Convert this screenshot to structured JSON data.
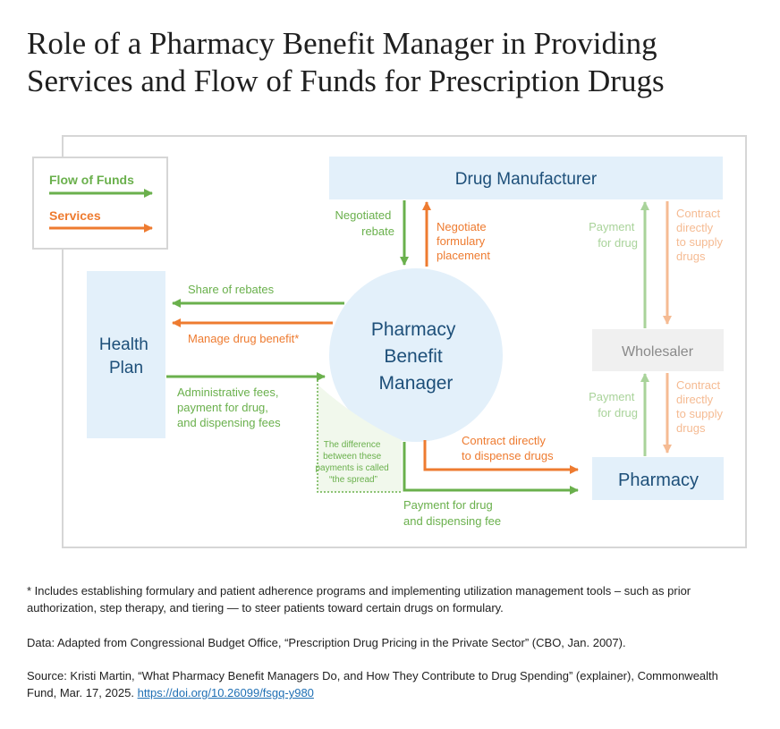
{
  "title": {
    "line1": "Role of a Pharmacy Benefit Manager in Providing",
    "line2": "Services and Flow of Funds for Prescription Drugs"
  },
  "legend": {
    "funds": "Flow of Funds",
    "services": "Services"
  },
  "colors": {
    "funds": "#6ab04c",
    "services": "#ee7b30",
    "funds_light": "#a9d39a",
    "services_light": "#f5bb93",
    "box_fill": "#e3f0fa",
    "text_dark": "#1d4f79",
    "wholesaler_fill": "#f0f0f0",
    "wholesaler_text": "#8a8a8a"
  },
  "nodes": {
    "manufacturer": "Drug Manufacturer",
    "health_plan": [
      "Health",
      "Plan"
    ],
    "pbm": [
      "Pharmacy",
      "Benefit",
      "Manager"
    ],
    "wholesaler": "Wholesaler",
    "pharmacy": "Pharmacy"
  },
  "flows": {
    "negotiated_rebate": [
      "Negotiated",
      "rebate"
    ],
    "negotiate_formulary": [
      "Negotiate",
      "formulary",
      "placement"
    ],
    "share_of_rebates": "Share of rebates",
    "manage_drug_benefit": "Manage drug benefit*",
    "admin_fees": [
      "Administrative fees,",
      "payment for drug,",
      "and dispensing fees"
    ],
    "spread_note": [
      "The difference",
      "between these",
      "payments is called",
      "“the spread”"
    ],
    "contract_dispense": [
      "Contract directly",
      "to dispense drugs"
    ],
    "payment_dispensing": [
      "Payment for drug",
      "and dispensing fee"
    ],
    "payment_manufacturer": [
      "Payment",
      "for drug"
    ],
    "contract_supply_manufacturer": [
      "Contract",
      "directly",
      "to supply",
      "drugs"
    ],
    "payment_wholesaler": [
      "Payment",
      "for drug"
    ],
    "contract_supply_wholesaler": [
      "Contract",
      "directly",
      "to supply",
      "drugs"
    ]
  },
  "footnote": "* Includes establishing formulary and patient adherence programs and implementing utilization management tools – such as prior authorization, step therapy, and tiering — to steer patients toward certain drugs on formulary.",
  "data_note": "Data: Adapted from Congressional Budget Office, “Prescription Drug Pricing in the Private Sector” (CBO, Jan. 2007).",
  "source_note": "Source: Kristi Martin, “What Pharmacy Benefit Managers Do, and How They Contribute to Drug Spending” (explainer), Commonwealth Fund, Mar. 17, 2025.",
  "source_link": "https://doi.org/10.26099/fsgq-y980"
}
